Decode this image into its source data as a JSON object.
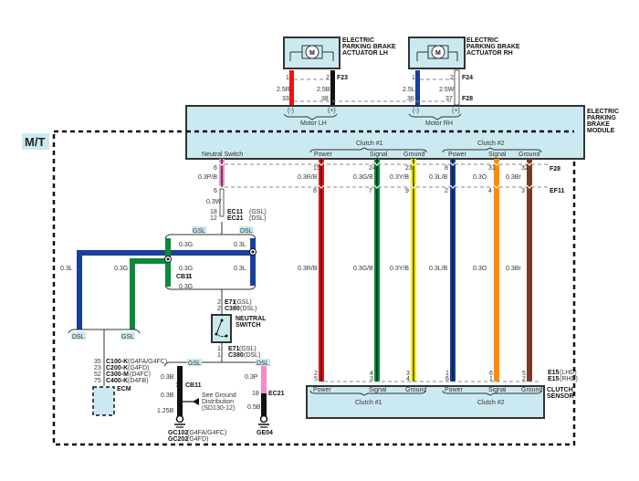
{
  "mt_label": "M/T",
  "actuator_lh": {
    "title": [
      "ELECTRIC",
      "PARKING BRAKE",
      "ACTUATOR LH"
    ],
    "motor": "M",
    "connector": "F23",
    "pins": [
      "1",
      "2"
    ],
    "wires": [
      "2.5R",
      "2.5B"
    ],
    "module_pins": [
      "33",
      "38"
    ]
  },
  "actuator_rh": {
    "title": [
      "ELECTRIC",
      "PARKING BRAKE",
      "ACTUATOR RH"
    ],
    "motor": "M",
    "connector": "F24",
    "pins": [
      "1",
      "2"
    ],
    "wires": [
      "2.5L",
      "2.5W"
    ],
    "module_pins": [
      "36",
      "37"
    ]
  },
  "module": {
    "title": [
      "ELECTRIC",
      "PARKING",
      "BRAKE",
      "MODULE"
    ],
    "connector_top": "F28",
    "motor_lh": "Motor LH",
    "motor_rh": "Motor RH",
    "minus": "(-)",
    "plus": "(+)",
    "neutral_switch": "Neutral Switch",
    "clutch1": "Clutch #1",
    "clutch2": "Clutch #2",
    "power": "Power",
    "signal": "Signal",
    "ground": "Ground",
    "connector_bottom": "F28"
  },
  "wires": [
    {
      "pin_top": "6",
      "wire": "0.3P/B",
      "pin_ef": "6",
      "color": "#f08cc8"
    },
    {
      "pin_top": "15",
      "wire": "0.3R/B",
      "pin_ef": "8",
      "color": "#ee1111"
    },
    {
      "pin_top": "24",
      "wire": "0.3G/B",
      "pin_ef": "7",
      "color": "#0a8a3a"
    },
    {
      "pin_top": "23",
      "wire": "0.3Y/B",
      "pin_ef": "9",
      "color": "#f5ee10"
    },
    {
      "pin_top": "8",
      "wire": "0.3L/B",
      "pin_ef": "2",
      "color": "#173f9c"
    },
    {
      "pin_top": "31",
      "wire": "0.3O",
      "pin_ef": "4",
      "color": "#ff8a00"
    },
    {
      "pin_top": "32",
      "wire": "0.3Br",
      "pin_ef": "3",
      "color": "#7b3a25"
    }
  ],
  "ef_connector": "EF11",
  "neutral_path": {
    "wire_w": "0.3W",
    "ec_pins": [
      "18",
      "12"
    ],
    "ec11": "EC11",
    "ec11_sub": "(GSL)",
    "ec21": "EC21",
    "ec21_sub": "(DSL)",
    "gsl": "GSL",
    "dsl": "DSL",
    "g_wire": "0.3G",
    "l_wire": "0.3L",
    "cb11": "CB11",
    "cb11_pin": "2",
    "e71_pin": "2",
    "c380_pin": "2",
    "e71": "E71",
    "e71_sub": "(GSL)",
    "c380": "C380",
    "c380_sub": "(DSL)",
    "switch_title": [
      "NEUTRAL",
      "SWITCH"
    ],
    "e71b_pin": "1",
    "c380b_pin": "1"
  },
  "ecm": {
    "label": "ECM",
    "rows": [
      {
        "pin": "35",
        "conn": "C100-K",
        "sub": "(G4FA/G4FC)"
      },
      {
        "pin": "23",
        "conn": "C200-K",
        "sub": "(G4FD)"
      },
      {
        "pin": "52",
        "conn": "C300-M",
        "sub": "(D4FC)"
      },
      {
        "pin": "75",
        "conn": "C400-K",
        "sub": "(D4FB)"
      }
    ]
  },
  "ground_left": {
    "w1": "0.3B",
    "cb11": "CB11",
    "cb11_pin": "1",
    "w2": "0.3B",
    "w3": "1.25B",
    "see": [
      "See Ground",
      "Distribution",
      "(SD130-12)"
    ],
    "gc102": "GC102",
    "gc102_sub": "(G4FA/G4FC)",
    "gc202": "GC202",
    "gc202_sub": "(G4FD)"
  },
  "ground_right": {
    "w1": "0.3P",
    "ec21": "EC21",
    "ec21_pin": "18",
    "w2": "0.5B",
    "ge04": "GE04"
  },
  "clutch_sensor": {
    "title": [
      "CLUTCH",
      "SENSOR"
    ],
    "lhd": "E15",
    "lhd_sub": "(LHD)",
    "rhd": "E15",
    "rhd_sub": "(RHD)",
    "pins_lhd": [
      "2",
      "4",
      "3",
      "1",
      "6",
      "5"
    ],
    "pins_rhd": [
      "5",
      "3",
      "4",
      "6",
      "1",
      "2"
    ],
    "labels": [
      "Power",
      "Signal",
      "Ground",
      "Power",
      "Signal",
      "Ground"
    ],
    "clutch1": "Clutch #1",
    "clutch2": "Clutch #2"
  }
}
